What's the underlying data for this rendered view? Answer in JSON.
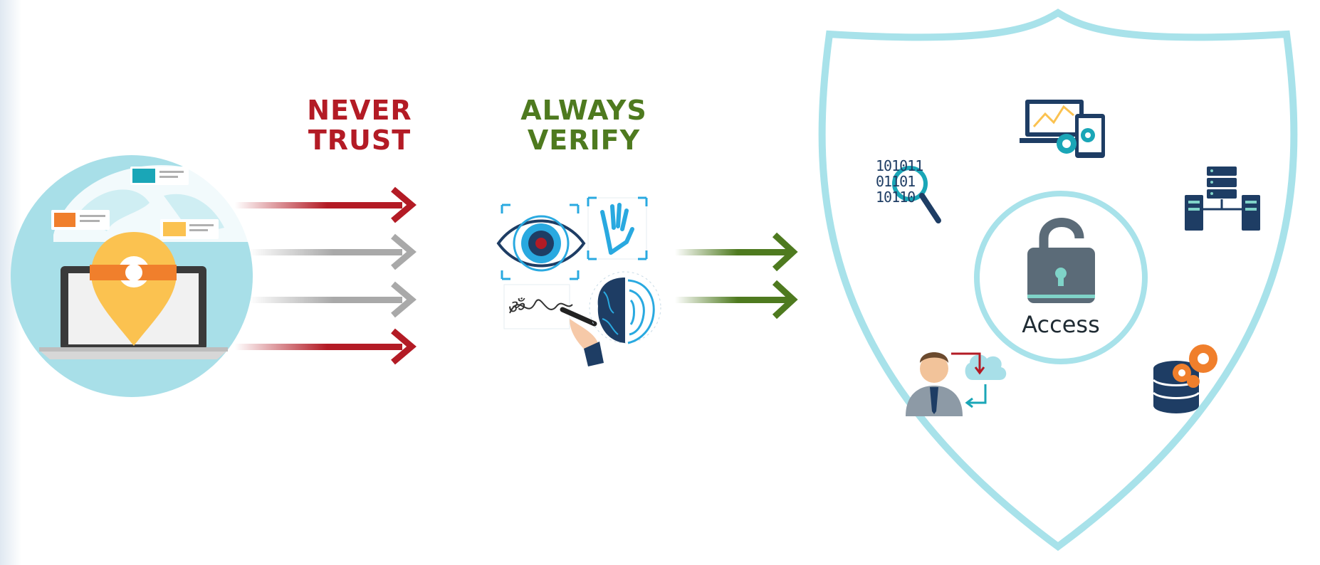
{
  "headings": {
    "never": [
      "NEVER",
      "TRUST"
    ],
    "always": [
      "ALWAYS",
      "VERIFY"
    ]
  },
  "shield": {
    "center_label": "Access"
  },
  "binary_lines": [
    "101011",
    "01101",
    "10110"
  ],
  "signature_text": "ॐ",
  "colors": {
    "red": "#b31b25",
    "green": "#4e7a1f",
    "gray_arrow": "#a9a9a9",
    "shield_outline": "#a8e2ea",
    "globe_bg": "#a8dfe8",
    "lock": "#5b6b78",
    "navy": "#1e3d64",
    "pin": "#fbc250",
    "orange": "#f07f2c",
    "text": "#1f2b33"
  },
  "icons": [
    "globe-laptop-icon",
    "location-pin-icon",
    "eye-scan-icon",
    "hand-print-icon",
    "signature-icon",
    "brain-fingerprint-icon",
    "lock-icon",
    "analytics-monitor-icon",
    "binary-search-icon",
    "server-network-icon",
    "user-cloud-icon",
    "database-gears-icon"
  ]
}
